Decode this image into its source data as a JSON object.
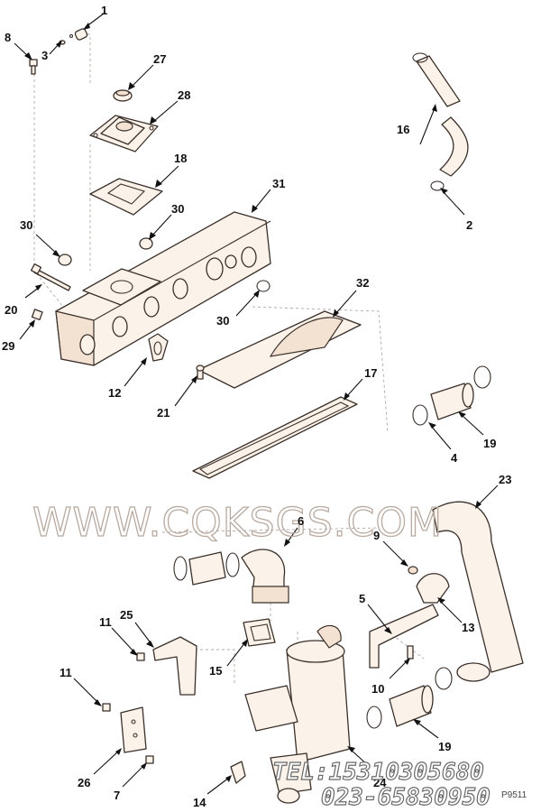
{
  "diagram": {
    "callouts": [
      {
        "id": "c1",
        "label": "1"
      },
      {
        "id": "c8",
        "label": "8"
      },
      {
        "id": "c3",
        "label": "3"
      },
      {
        "id": "c27",
        "label": "27"
      },
      {
        "id": "c28",
        "label": "28"
      },
      {
        "id": "c16",
        "label": "16"
      },
      {
        "id": "c2",
        "label": "2"
      },
      {
        "id": "c18",
        "label": "18"
      },
      {
        "id": "c31",
        "label": "31"
      },
      {
        "id": "c30a",
        "label": "30"
      },
      {
        "id": "c30b",
        "label": "30"
      },
      {
        "id": "c30c",
        "label": "30"
      },
      {
        "id": "c20",
        "label": "20"
      },
      {
        "id": "c29",
        "label": "29"
      },
      {
        "id": "c32",
        "label": "32"
      },
      {
        "id": "c12",
        "label": "12"
      },
      {
        "id": "c21",
        "label": "21"
      },
      {
        "id": "c17",
        "label": "17"
      },
      {
        "id": "c4",
        "label": "4"
      },
      {
        "id": "c19a",
        "label": "19"
      },
      {
        "id": "c23",
        "label": "23"
      },
      {
        "id": "c6",
        "label": "6"
      },
      {
        "id": "c9",
        "label": "9"
      },
      {
        "id": "c5",
        "label": "5"
      },
      {
        "id": "c13",
        "label": "13"
      },
      {
        "id": "c25",
        "label": "25"
      },
      {
        "id": "c11a",
        "label": "11"
      },
      {
        "id": "c11b",
        "label": "11"
      },
      {
        "id": "c15",
        "label": "15"
      },
      {
        "id": "c10",
        "label": "10"
      },
      {
        "id": "c19b",
        "label": "19"
      },
      {
        "id": "c26",
        "label": "26"
      },
      {
        "id": "c7",
        "label": "7"
      },
      {
        "id": "c14",
        "label": "14"
      },
      {
        "id": "c24",
        "label": "24"
      }
    ],
    "page_tag": "P9511"
  },
  "watermark": {
    "site": "WWW.CQKSGS.COM",
    "tel": "TEL:15310305680",
    "phone": "023-65830950",
    "color": "#b9aaa0"
  }
}
